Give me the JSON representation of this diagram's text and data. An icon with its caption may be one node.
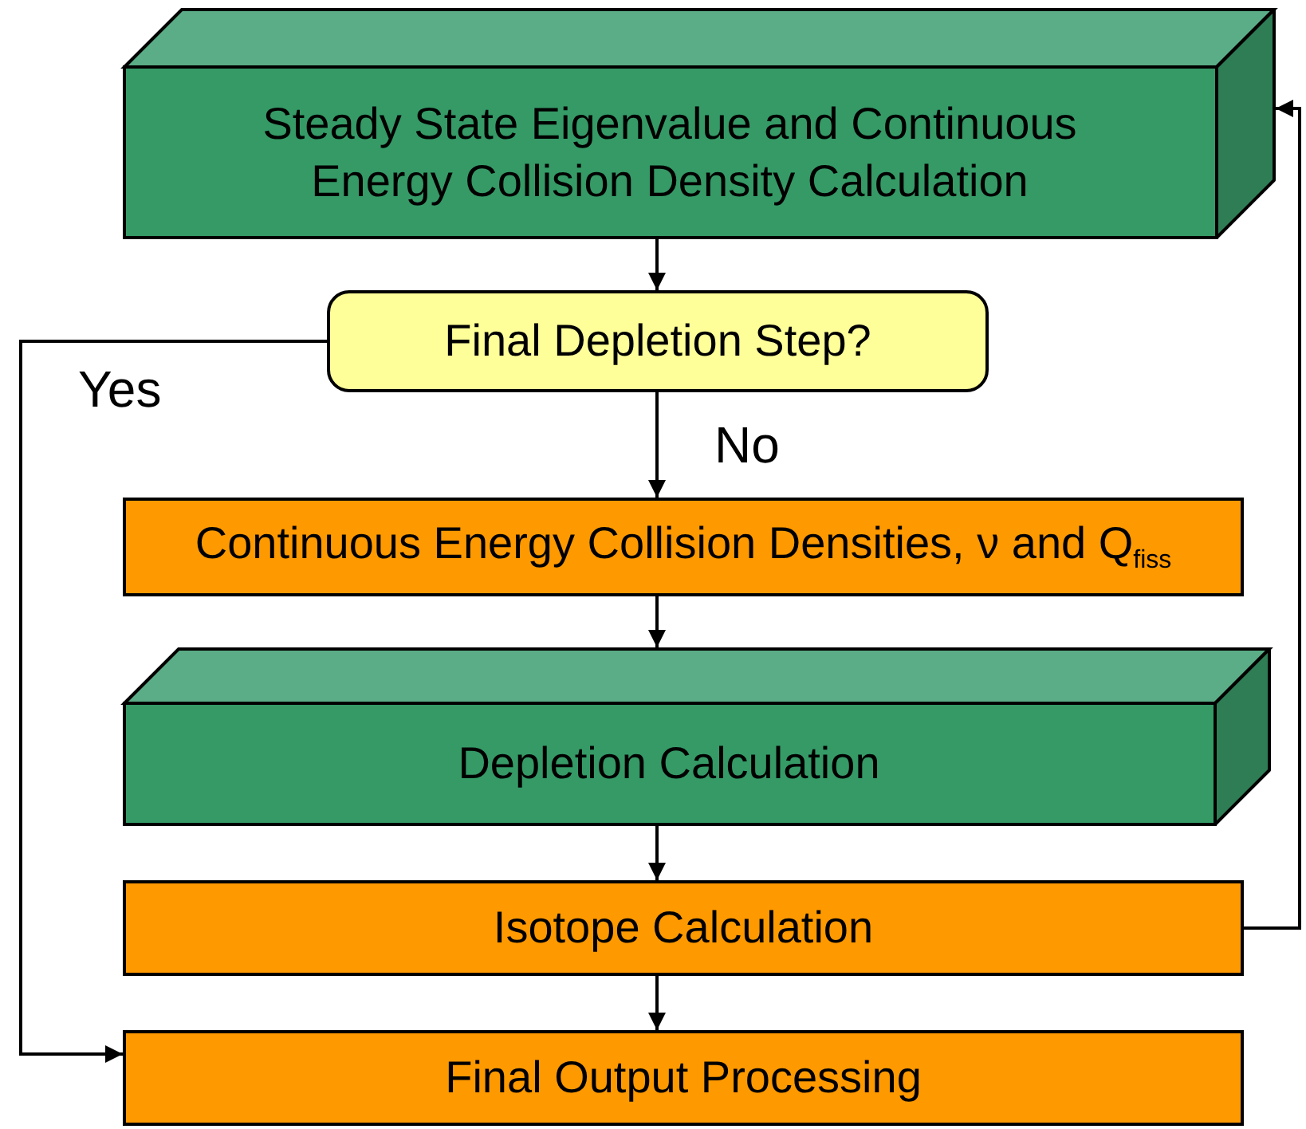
{
  "diagram": {
    "nodes": [
      {
        "text": [
          "Steady State Eigenvalue and Continuous Energy Collision Density Calculation"
        ]
      },
      {
        "text": [
          "Final Depletion Step?"
        ]
      },
      {
        "text": [
          "Continuous Energy Collision Densities, ν and Q$_{fiss}$"
        ]
      },
      {
        "text": [
          "Depletion Calculation"
        ]
      },
      {
        "text": [
          "Isotope Calculation"
        ]
      },
      {
        "text": [
          "Final Output Processing"
        ]
      }
    ],
    "edges": [
      {
        "from": 0,
        "to": 1,
        "arrow": "to"
      },
      {
        "from": 1,
        "to": 2,
        "arrow": "to",
        "label": "No"
      },
      {
        "from": 2,
        "to": 3,
        "arrow": "to"
      },
      {
        "from": 3,
        "to": 4,
        "arrow": "to"
      },
      {
        "from": 4,
        "to": 5,
        "arrow": "to"
      },
      {
        "from": 1,
        "to": 5,
        "arrow": "to",
        "label": "Yes"
      },
      {
        "from": 4,
        "to": 0,
        "arrow": "to"
      }
    ]
  }
}
